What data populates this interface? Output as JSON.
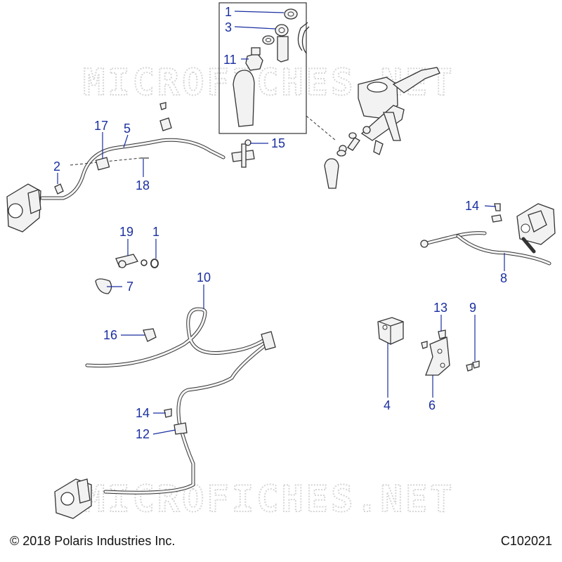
{
  "watermark": "MICROFICHES.NET",
  "copyright": "© 2018 Polaris Industries Inc.",
  "figure_code": "C102021",
  "callouts": {
    "c1_top": "1",
    "c3": "3",
    "c11": "11",
    "c17": "17",
    "c5": "5",
    "c2": "2",
    "c18": "18",
    "c15": "15",
    "c14_right": "14",
    "c8": "8",
    "c19": "19",
    "c1_mid": "1",
    "c7": "7",
    "c10": "10",
    "c16": "16",
    "c13": "13",
    "c9": "9",
    "c4": "4",
    "c6": "6",
    "c14_left": "14",
    "c12": "12"
  }
}
